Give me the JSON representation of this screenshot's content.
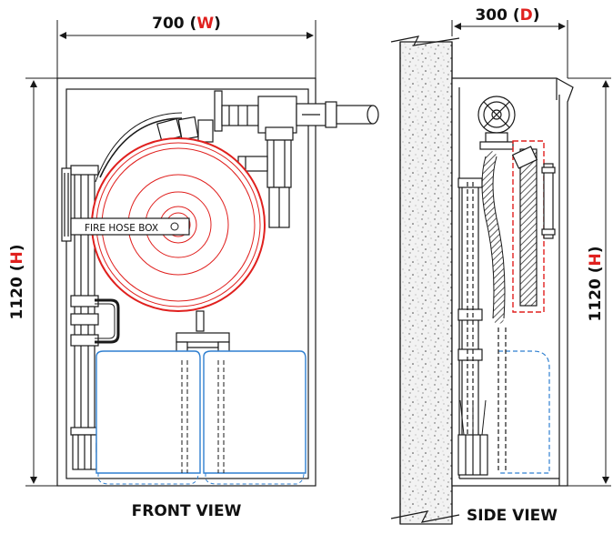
{
  "colors": {
    "line": "#1a1a1a",
    "accent_red": "#e0201e",
    "tank_blue": "#2f7fd0",
    "concrete": "#f2f2f2"
  },
  "dimensions": {
    "width_value": "700",
    "width_letter": "W",
    "depth_value": "300",
    "depth_letter": "D",
    "height_value": "1120",
    "height_letter": "H"
  },
  "labels": {
    "hose_box_plate": "FIRE HOSE BOX",
    "front_view": "FRONT VIEW",
    "side_view": "SIDE VIEW"
  }
}
